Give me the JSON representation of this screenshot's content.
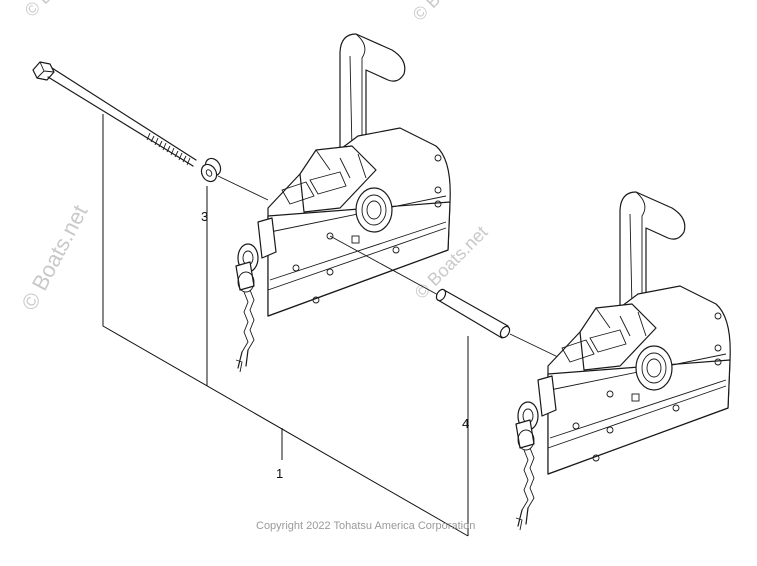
{
  "watermark": {
    "side_text": "© Boats.net",
    "small_text": "© Boats.net",
    "color": "#c9c9c9"
  },
  "callouts": [
    {
      "id": "1",
      "label": "1"
    },
    {
      "id": "3",
      "label": "3"
    },
    {
      "id": "4",
      "label": "4"
    }
  ],
  "footer": {
    "copyright": "Copyright 2022 Tohatsu America Corporation"
  },
  "icons": [
    "through-bolt-icon",
    "washer-icon",
    "spacer-tube-icon",
    "remote-control-box-icon"
  ]
}
